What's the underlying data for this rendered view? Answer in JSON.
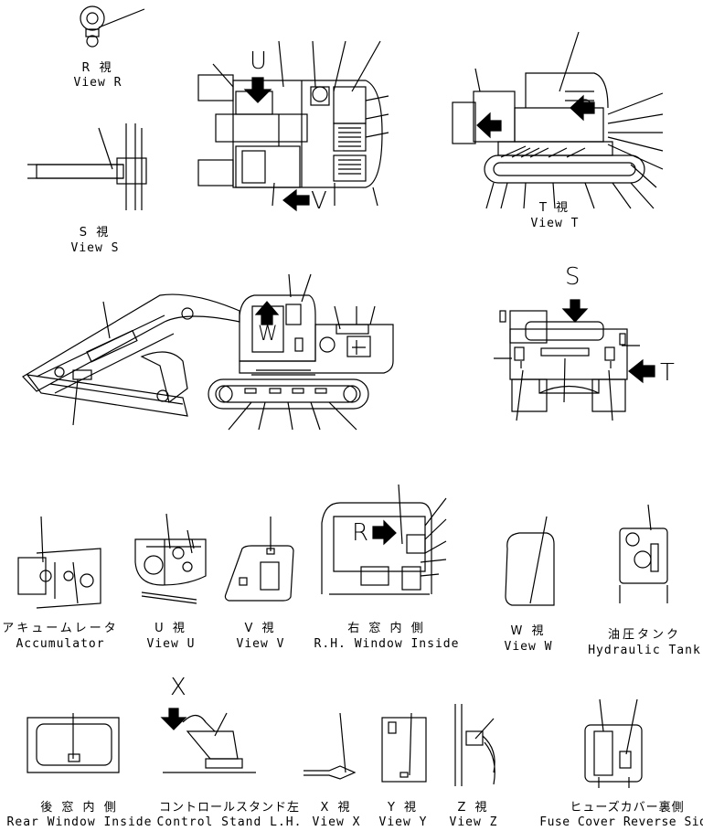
{
  "views": {
    "r": {
      "jp": "R 視",
      "en": "View R"
    },
    "s": {
      "jp": "S 視",
      "en": "View S"
    },
    "t": {
      "jp": "T 視",
      "en": "View T"
    },
    "u": {
      "jp": "U 視",
      "en": "View U"
    },
    "v": {
      "jp": "V 視",
      "en": "View V"
    },
    "w": {
      "jp": "W 視",
      "en": "View W"
    },
    "x": {
      "jp": "X 視",
      "en": "View X"
    },
    "y": {
      "jp": "Y 視",
      "en": "View Y"
    },
    "z": {
      "jp": "Z 視",
      "en": "View Z"
    }
  },
  "panels": {
    "accumulator": {
      "jp": "アキュームレータ",
      "en": "Accumulator"
    },
    "rh_window": {
      "jp": "右 窓 内 側",
      "en": "R.H. Window Inside"
    },
    "hyd_tank": {
      "jp": "油圧タンク",
      "en": "Hydraulic Tank"
    },
    "rear_window": {
      "jp": "後 窓 内 側",
      "en": "Rear Window Inside"
    },
    "control_stand": {
      "jp": "コントロールスタンド左",
      "en": "Control Stand L.H."
    },
    "fuse_cover": {
      "jp": "ヒューズカバー裏側",
      "en": "Fuse Cover Reverse Side"
    }
  },
  "arrow_letters": {
    "u": "U",
    "v": "V",
    "s": "S",
    "t": "T",
    "w": "W",
    "r": "R",
    "x": "X"
  }
}
